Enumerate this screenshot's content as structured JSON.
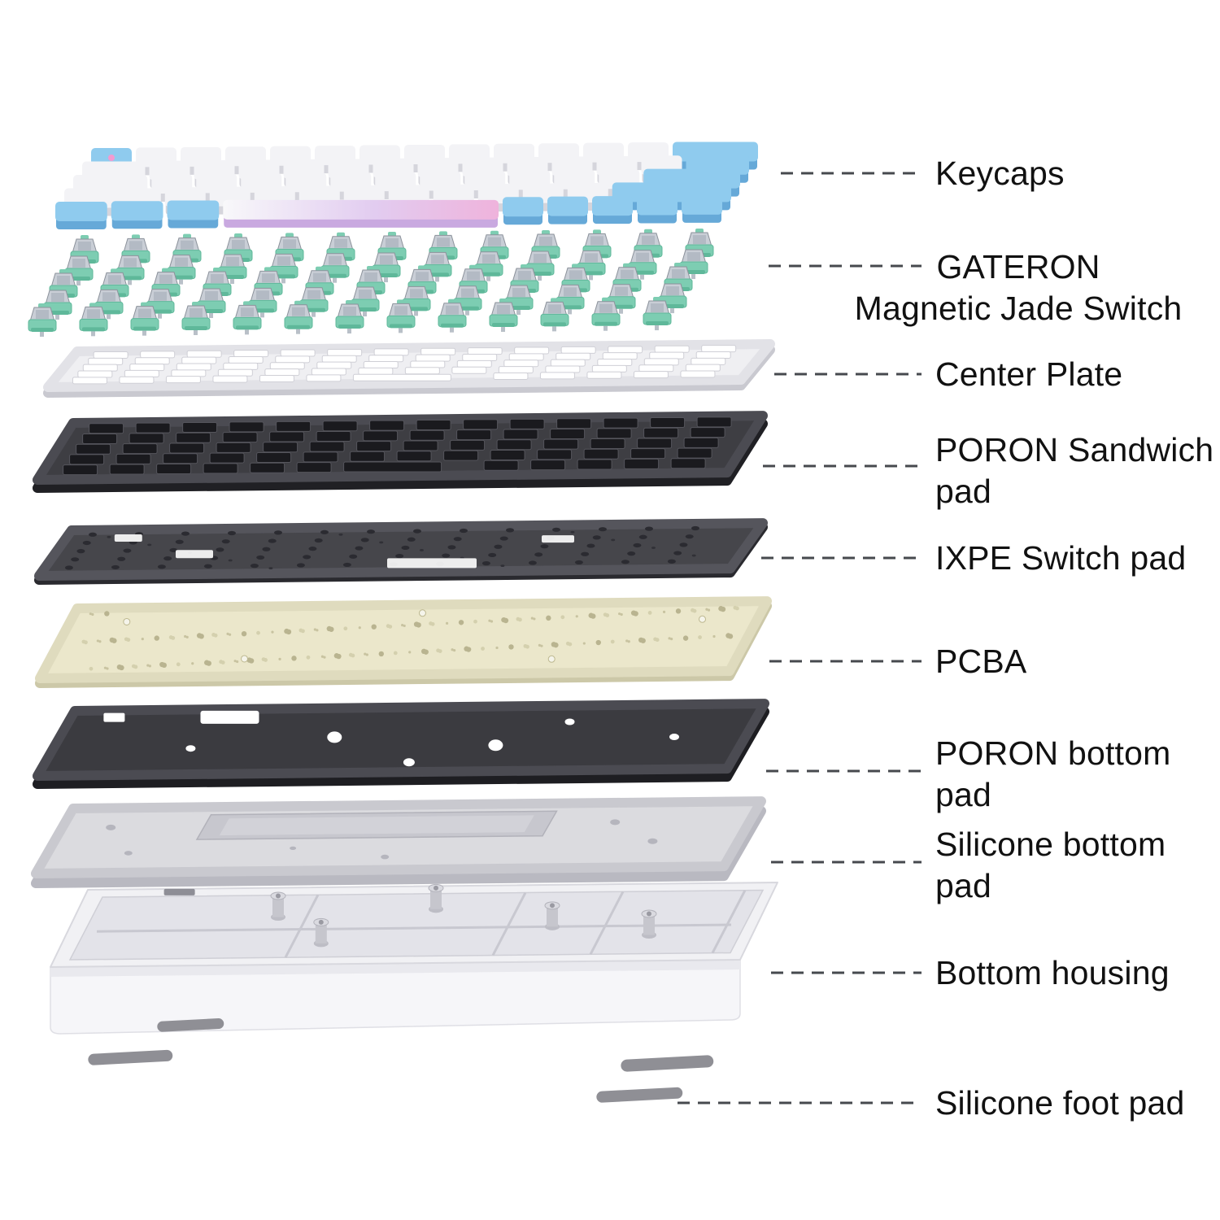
{
  "diagram": {
    "type": "exploded-view",
    "subject": "60% mechanical keyboard parts stack",
    "layers": [
      {
        "id": "keycaps",
        "label": "Keycaps"
      },
      {
        "id": "switches",
        "label": "GATERON\nMagnetic Jade Switch"
      },
      {
        "id": "center-plate",
        "label": "Center Plate"
      },
      {
        "id": "poron-sandwich-pad",
        "label": "PORON Sandwich\npad"
      },
      {
        "id": "ixpe-switch-pad",
        "label": "IXPE Switch pad"
      },
      {
        "id": "pcba",
        "label": "PCBA"
      },
      {
        "id": "poron-bottom-pad",
        "label": "PORON bottom\npad"
      },
      {
        "id": "silicone-bottom-pad",
        "label": "Silicone bottom\npad"
      },
      {
        "id": "bottom-housing",
        "label": "Bottom housing"
      },
      {
        "id": "silicone-foot-pad",
        "label": "Silicone foot pad"
      }
    ],
    "colors": {
      "keycap_blue": "#8FCBEE",
      "keycap_blue_front": "#66A9D8",
      "keycap_white": "#F3F3F6",
      "keycap_white_front": "#D5D5DC",
      "spacebar_purple": "#E2CCF0",
      "spacebar_pink": "#EFB3DC",
      "esc_accent_pink": "#F29AD0",
      "switch_jade": "#7DCDB2",
      "switch_jade_dark": "#5FB89A",
      "switch_top_gray": "#C9CED6",
      "plate_white": "#EFEFF2",
      "foam_dark": "#3E3E43",
      "ixpe_gray": "#46464B",
      "pcb_cream": "#EBE7CB",
      "silicone_gray": "#DBDBDF",
      "housing_white": "#F1F1F4",
      "foot_gray": "#8F8F95",
      "label_text": "#111111",
      "leader_line": "#46494E"
    }
  }
}
